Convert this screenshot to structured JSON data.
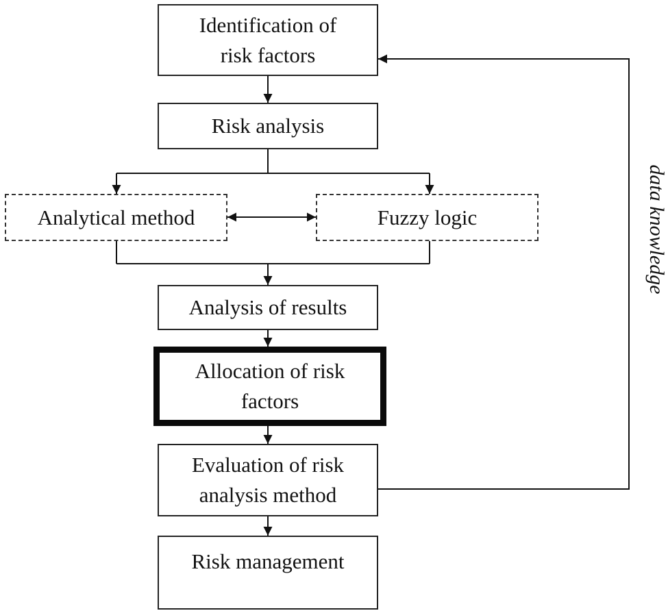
{
  "diagram": {
    "nodes": {
      "identification": {
        "label": "Identification of risk factors",
        "line1": "Identification of",
        "line2": "risk factors",
        "style": "solid"
      },
      "risk_analysis": {
        "label": "Risk analysis",
        "style": "solid"
      },
      "analytical_method": {
        "label": "Analytical method",
        "style": "dashed"
      },
      "fuzzy_logic": {
        "label": "Fuzzy logic",
        "style": "dashed"
      },
      "analysis_results": {
        "label": "Analysis of results",
        "style": "solid"
      },
      "allocation": {
        "label": "Allocation of risk factors",
        "line1": "Allocation of risk",
        "line2": "factors",
        "style": "thick"
      },
      "evaluation": {
        "label": "Evaluation of risk analysis method",
        "line1": "Evaluation of risk",
        "line2": "analysis method",
        "style": "solid"
      },
      "risk_management": {
        "label": "Risk management",
        "style": "solid"
      }
    },
    "edges": [
      {
        "from": "identification",
        "to": "risk_analysis"
      },
      {
        "from": "risk_analysis",
        "to": "analytical_method"
      },
      {
        "from": "risk_analysis",
        "to": "fuzzy_logic"
      },
      {
        "from": "analytical_method",
        "to": "fuzzy_logic",
        "bidirectional": true
      },
      {
        "from": "analytical_method",
        "to": "analysis_results"
      },
      {
        "from": "fuzzy_logic",
        "to": "analysis_results"
      },
      {
        "from": "analysis_results",
        "to": "allocation"
      },
      {
        "from": "allocation",
        "to": "evaluation"
      },
      {
        "from": "evaluation",
        "to": "risk_management"
      },
      {
        "from": "evaluation",
        "to": "identification",
        "label": "data knowledge"
      }
    ],
    "feedback_label": "data knowledge"
  }
}
